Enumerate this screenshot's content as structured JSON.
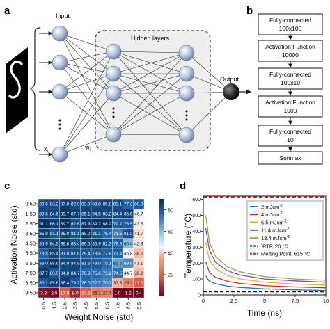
{
  "panels": {
    "a": {
      "letter": "a",
      "input_label": "Input",
      "hidden_label": "Hidden layers",
      "output_label": "Output",
      "xi_label": "x",
      "xi_sub": "i",
      "wi_label": "w",
      "wi_sub": "i"
    },
    "b": {
      "letter": "b",
      "boxes": [
        {
          "line1": "Fully-connected",
          "line2": "100x100"
        },
        {
          "line1": "Activation Function",
          "line2": "10000"
        },
        {
          "line1": "Fully-connected",
          "line2": "100x10"
        },
        {
          "line1": "Activation Function",
          "line2": "1000"
        },
        {
          "line1": "Fully-connected",
          "line2": "10"
        },
        {
          "line1": "Softmax",
          "line2": ""
        }
      ]
    },
    "c": {
      "letter": "c"
    },
    "d": {
      "letter": "d"
    }
  },
  "chart_data": [
    {
      "type": "heatmap",
      "panel": "c",
      "xlabel": "Weight Noise (std)",
      "ylabel": "Activation Noise (std)",
      "x_ticks": [
        "0.5",
        "1.5",
        "2.5",
        "3.5",
        "4.5",
        "5.5",
        "6.5",
        "7.5",
        "8.5",
        "9.5"
      ],
      "y_ticks": [
        "0.50",
        "1.50",
        "2.50",
        "3.50",
        "4.50",
        "5.50",
        "6.50",
        "7.50",
        "8.50",
        "9.50"
      ],
      "values": [
        [
          83.6,
          83.2,
          87.0,
          82.9,
          83.9,
          83.8,
          85.8,
          83.1,
          77.3,
          80.3
        ],
        [
          83.6,
          84.6,
          89.7,
          87.7,
          85.1,
          84.5,
          83.2,
          84.4,
          85.6,
          46.7
        ],
        [
          91.1,
          86.1,
          89.7,
          82.6,
          87.9,
          89.7,
          88.2,
          79.2,
          78.5,
          43.5
        ],
        [
          85.9,
          81.1,
          86.0,
          81.1,
          88.0,
          81.1,
          76.4,
          71.5,
          81.2,
          41.7
        ],
        [
          85.9,
          84.2,
          88.8,
          83.4,
          86.5,
          86.9,
          82.2,
          78.8,
          60.4,
          42.9
        ],
        [
          78.5,
          85.4,
          81.0,
          81.8,
          79.4,
          79.6,
          77.8,
          77.4,
          46.8,
          38.6
        ],
        [
          83.0,
          88.6,
          84.0,
          84.9,
          81.6,
          79.0,
          75.1,
          65.5,
          69.6,
          41.1
        ],
        [
          87.7,
          80.0,
          84.0,
          84.7,
          76.3,
          75.6,
          73.2,
          74.5,
          44.7,
          38.2
        ],
        [
          80.1,
          85.6,
          86.4,
          79.7,
          76.0,
          72.7,
          70.3,
          37.5,
          28.3,
          17.6
        ],
        [
          3.8,
          2.0,
          17.9,
          8.0,
          17.9,
          26.1,
          27.7,
          1.0,
          1.2,
          0.4
        ]
      ],
      "colorbar_ticks": [
        20,
        40,
        60,
        80
      ],
      "vmin": 0,
      "vmax": 90
    },
    {
      "type": "line",
      "panel": "d",
      "xlabel": "Time (ns)",
      "ylabel": "Temperature (°C)",
      "xlim": [
        0,
        10
      ],
      "ylim": [
        0,
        620
      ],
      "x_ticks": [
        0,
        2.5,
        5,
        7.5,
        10
      ],
      "x_tick_labels": [
        "0",
        "2.5",
        "5",
        "7.5",
        "10"
      ],
      "y_ticks": [
        0,
        100,
        200,
        300,
        400,
        500,
        600
      ],
      "series": [
        {
          "name": "2 mJcm",
          "sup": "-2",
          "color": "#1f77b4",
          "dash": "solid",
          "x": [
            0.2,
            0.5,
            1,
            2,
            3,
            5,
            7.5,
            10
          ],
          "y": [
            120,
            85,
            70,
            55,
            47,
            38,
            32,
            28
          ]
        },
        {
          "name": "4 mJcm",
          "sup": "-2",
          "color": "#d62728",
          "dash": "solid",
          "x": [
            0.2,
            0.5,
            1,
            2,
            3,
            5,
            7.5,
            10
          ],
          "y": [
            210,
            140,
            110,
            85,
            72,
            58,
            50,
            45
          ]
        },
        {
          "name": "6.5 mJcm",
          "sup": "-2",
          "color": "#e8a838",
          "dash": "solid",
          "x": [
            0.2,
            0.5,
            1,
            2,
            3,
            5,
            7.5,
            10
          ],
          "y": [
            330,
            220,
            165,
            120,
            100,
            80,
            68,
            62
          ]
        },
        {
          "name": "11.4 mJcm",
          "sup": "-2",
          "color": "#8e44ad",
          "dash": "solid",
          "x": [
            0.2,
            0.5,
            1,
            2,
            3,
            5,
            7.5,
            10
          ],
          "y": [
            420,
            280,
            205,
            150,
            125,
            100,
            88,
            80
          ]
        },
        {
          "name": "13.4 mJcm",
          "sup": "-2",
          "color": "#77b843",
          "dash": "solid",
          "x": [
            0.2,
            0.5,
            1,
            2,
            3,
            5,
            7.5,
            10
          ],
          "y": [
            500,
            330,
            240,
            175,
            145,
            115,
            100,
            92
          ]
        },
        {
          "name": "RTP, 20 °C",
          "prefix": "*",
          "color": "#111111",
          "dash": "dashed",
          "x": [
            0,
            10
          ],
          "y": [
            20,
            20
          ]
        },
        {
          "name": "Melting Point, 615 °C",
          "color": "#e31a1c",
          "dash": "dashed",
          "x": [
            0,
            10
          ],
          "y": [
            615,
            615
          ]
        }
      ]
    }
  ]
}
